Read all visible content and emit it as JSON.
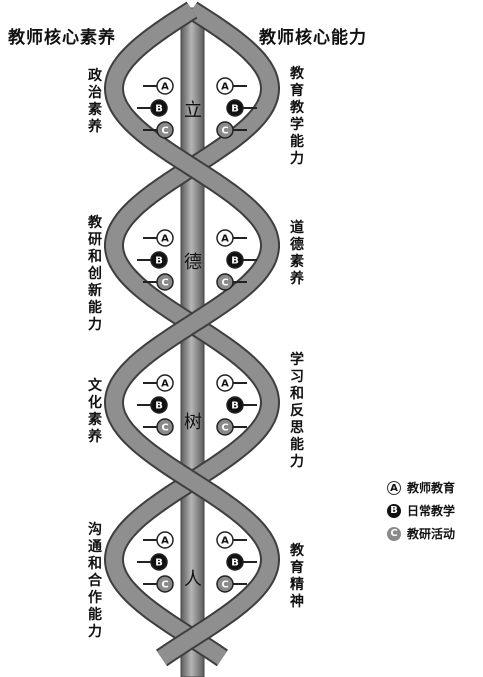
{
  "titles": {
    "left": "教师核心素养",
    "right": "教师核心能力"
  },
  "left_labels": [
    "政治素养",
    "教研和创新能力",
    "文化素养",
    "沟通和合作能力"
  ],
  "right_labels": [
    "教育教学能力",
    "道德素养",
    "学习和反思能力",
    "教育精神"
  ],
  "center_chars": [
    "立",
    "德",
    "树",
    "人"
  ],
  "node_letters": {
    "a": "A",
    "b": "B",
    "c": "C"
  },
  "legend": [
    {
      "letter": "A",
      "text": "教师教育"
    },
    {
      "letter": "B",
      "text": "日常教学"
    },
    {
      "letter": "C",
      "text": "教研活动"
    }
  ],
  "colors": {
    "strand": "#8f8f8f",
    "strand_dark": "#4a4a4a",
    "pole": "#7a7a7a",
    "node_b": "#111111",
    "node_c": "#8a8a8a"
  }
}
